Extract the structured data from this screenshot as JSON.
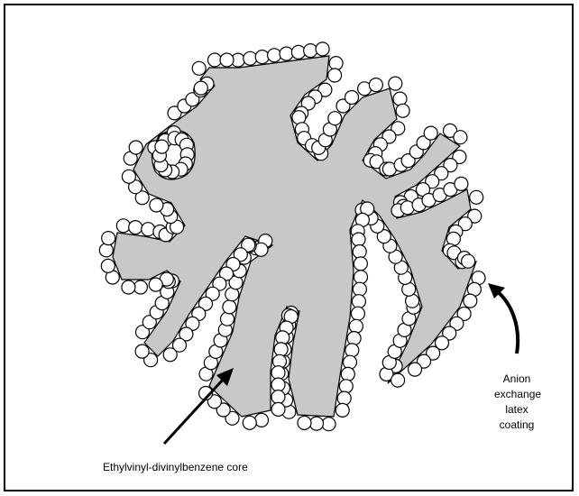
{
  "labels": {
    "core": "Ethylvinyl-divinylbenzene core",
    "coating": [
      "Anion",
      "exchange",
      "latex",
      "coating"
    ]
  },
  "colors": {
    "core_fill": "#c8c8c8",
    "outline": "#000000",
    "bead_fill": "#ffffff",
    "background": "#ffffff"
  }
}
